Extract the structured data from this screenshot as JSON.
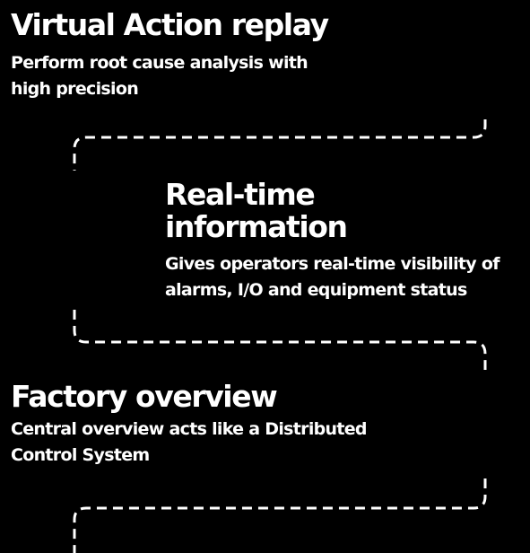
{
  "steps": [
    {
      "title": "Virtual Action replay",
      "description": "Perform root cause analysis with high precision"
    },
    {
      "title": "Real-time information",
      "description": "Gives operators real-time visibility of alarms, I/O and equipment status"
    },
    {
      "title": "Factory overview",
      "description": "Central overview acts like a Distributed Control System"
    }
  ],
  "colors": {
    "background": "#000000",
    "foreground": "#ffffff"
  }
}
